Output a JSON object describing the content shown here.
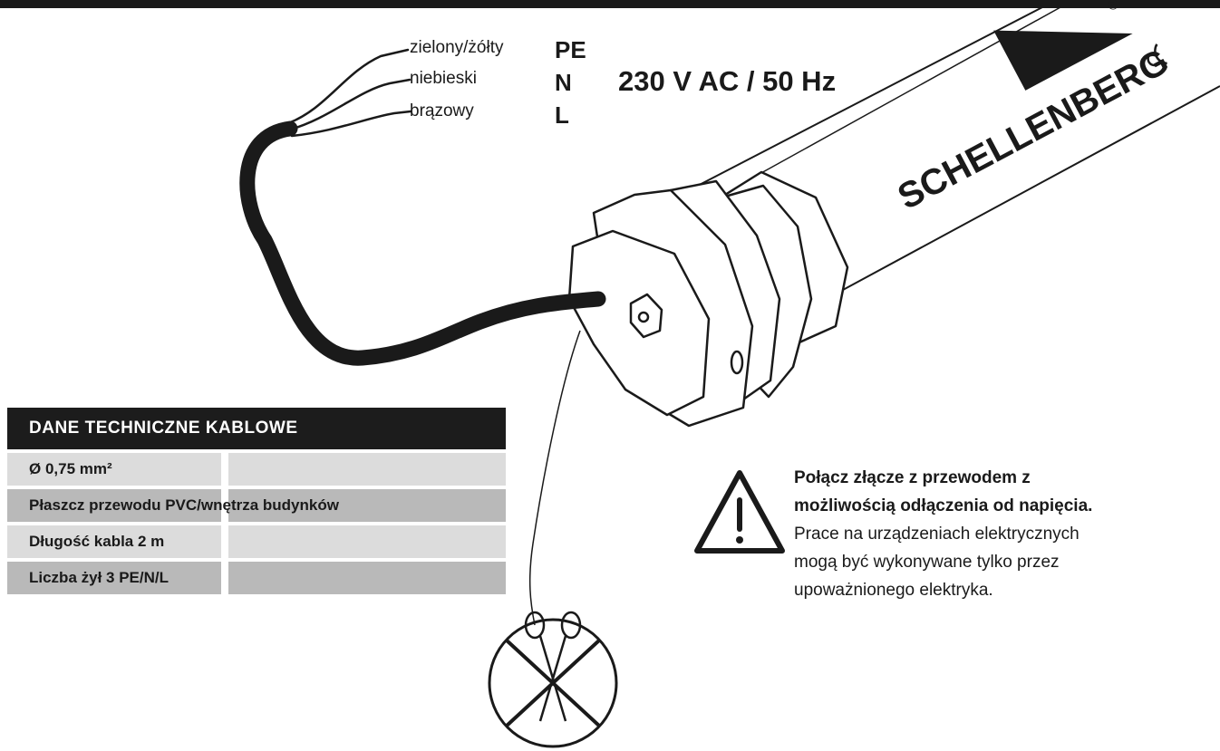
{
  "wires": [
    {
      "color_label": "zielony/żółty",
      "code": "PE"
    },
    {
      "color_label": "niebieski",
      "code": "N"
    },
    {
      "color_label": "brązowy",
      "code": "L"
    }
  ],
  "voltage": "230 V AC / 50 Hz",
  "brand": {
    "name": "SCHELLENBERG",
    "registered": "®"
  },
  "spec_table": {
    "header": "DANE TECHNICZNE KABLOWE",
    "rows": [
      "Ø 0,75 mm²",
      "Płaszcz przewodu PVC/wnętrza budynków",
      "Długość kabla 2 m",
      "Liczba żył 3 PE/N/L"
    ]
  },
  "warning": {
    "bold_lines": [
      "Połącz złącze z przewodem z",
      "możliwością odłączenia od napięcia."
    ],
    "lines": [
      "Prace na urządzeniach elektrycznych",
      "mogą być wykonywane tylko przez",
      "upoważnionego elektryka."
    ]
  },
  "icons": [
    "warning-triangle-icon",
    "no-cutting-scissors-icon",
    "brand-logo-icon"
  ],
  "colors": {
    "ink": "#1a1a1a",
    "table_header": "#1c1c1c",
    "row_light": "#dcdcdc",
    "row_dark": "#b9b9b9"
  }
}
